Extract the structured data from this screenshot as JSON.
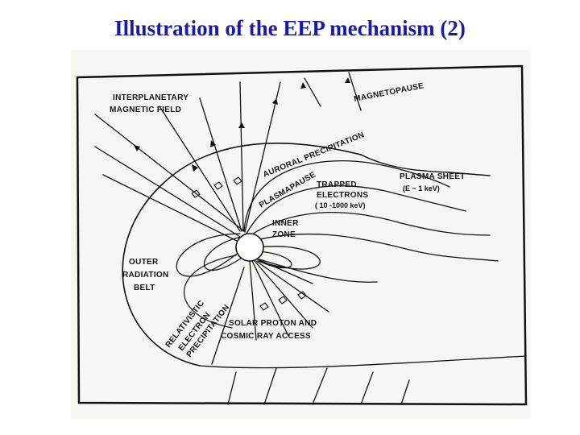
{
  "slide": {
    "title": "Illustration of the EEP mechanism (2)"
  },
  "diagram": {
    "labels": {
      "imf_line1": "INTERPLANETARY",
      "imf_line2": "MAGNETIC  FIELD",
      "magnetopause": "MAGNETOPAUSE",
      "auroral": "AURORAL  PRECIPITATION",
      "plasma_sheet": "PLASMA  SHEET",
      "plasma_sheet_energy": "(E ~ 1 keV)",
      "trapped_1": "TRAPPED",
      "trapped_2": "ELECTRONS",
      "trapped_3": "( 10 -1000 keV)",
      "plasmapause": "PLASMAPAUSE",
      "inner_1": "INNER",
      "inner_2": "ZONE",
      "outer_1": "OUTER",
      "outer_2": "RADIATION",
      "outer_3": "BELT",
      "ree_1": "RELATIVISTIC",
      "ree_2": "ELECTRON",
      "ree_3": "PRECIPITATION",
      "solar_1": "SOLAR  PROTON  AND",
      "solar_2": "COSMIC  RAY  ACCESS"
    }
  }
}
